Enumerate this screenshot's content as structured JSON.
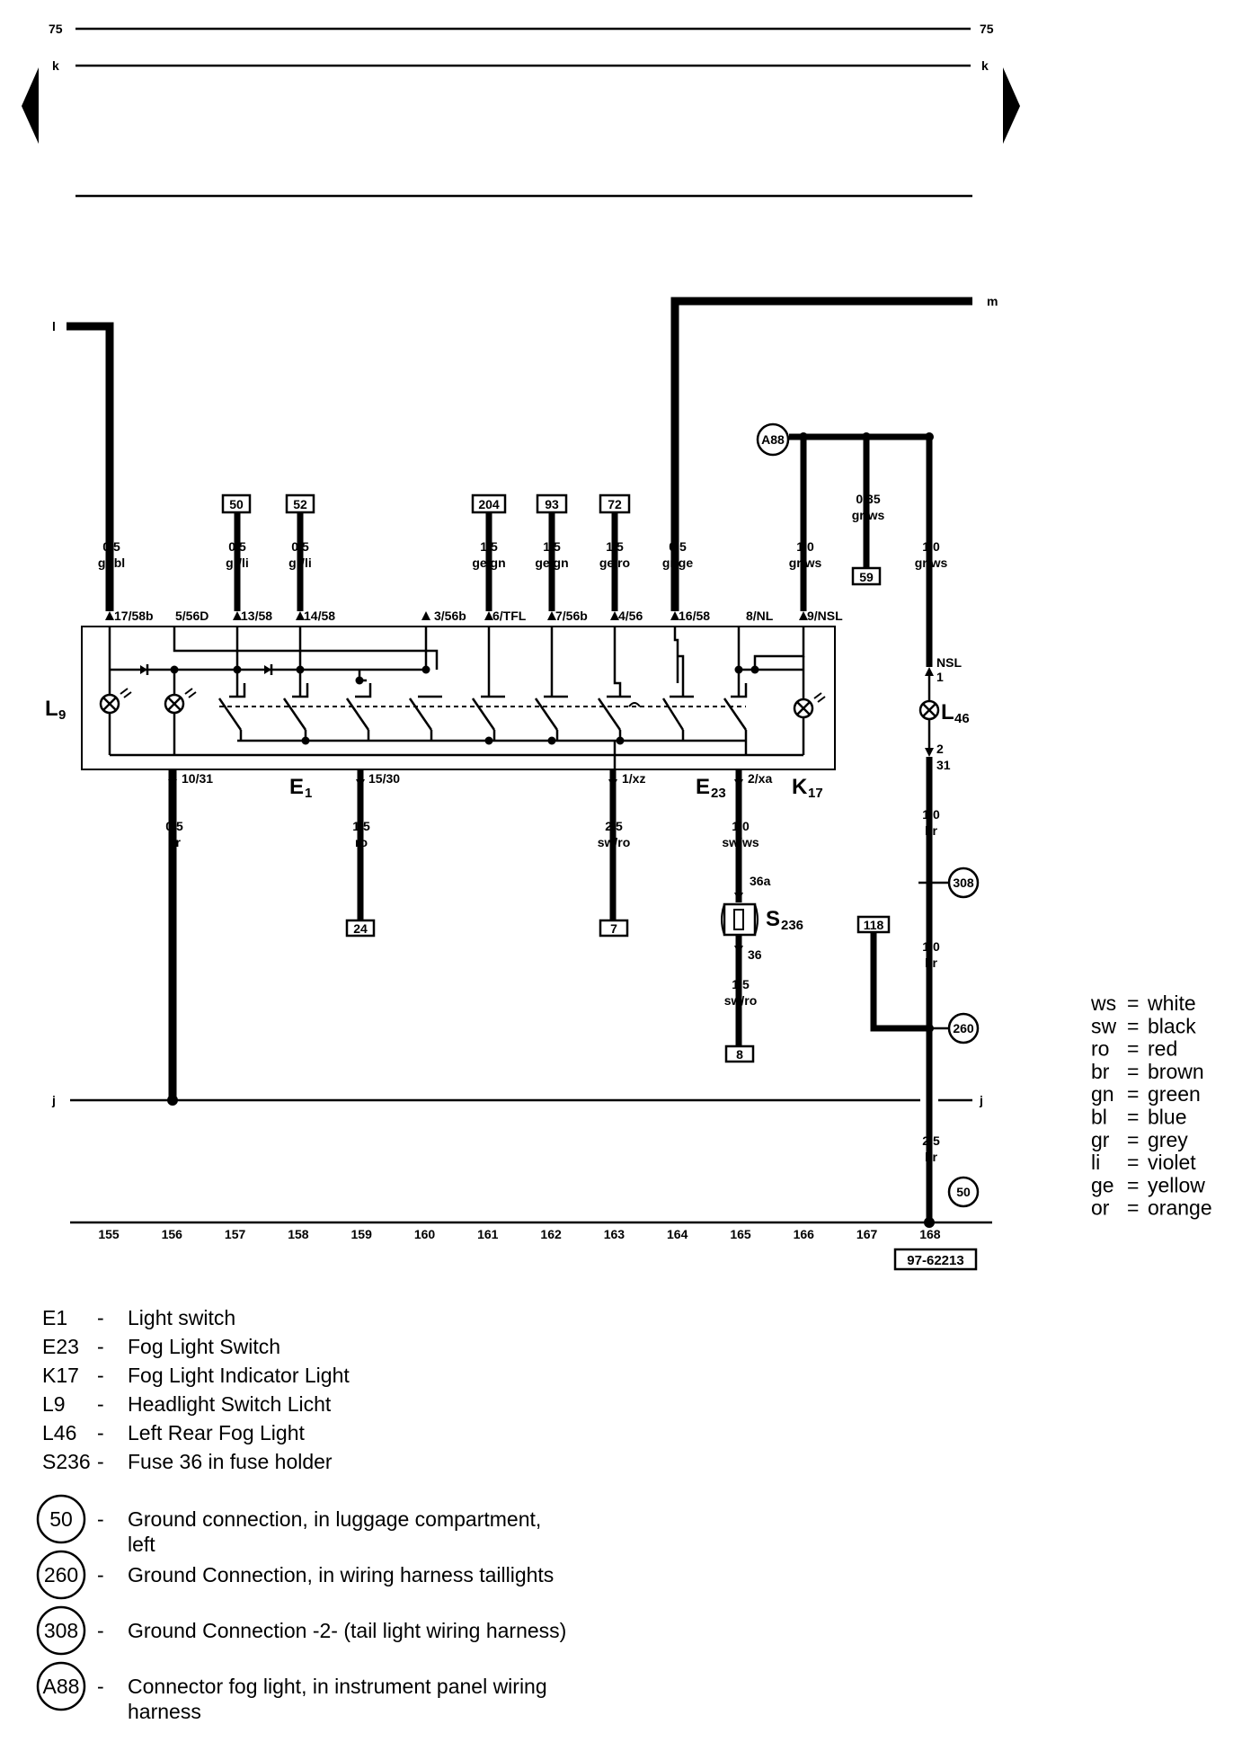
{
  "border": {
    "ref_top": "75",
    "ref_bus": "k"
  },
  "connectors_left": {
    "l": "l",
    "m": "m",
    "j": "j"
  },
  "box_refs": {
    "b50": "50",
    "b52": "52",
    "b204": "204",
    "b93": "93",
    "b72": "72",
    "b59": "59",
    "b24": "24",
    "b7": "7",
    "b8": "8",
    "b118": "118"
  },
  "wires": {
    "w155": {
      "size": "0,5",
      "color": "gr/bl"
    },
    "w157": {
      "size": "0,5",
      "color": "gr/li"
    },
    "w158": {
      "size": "0,5",
      "color": "gr/li"
    },
    "w161": {
      "size": "1,5",
      "color": "ge/gn"
    },
    "w162": {
      "size": "1,5",
      "color": "ge/gn"
    },
    "w163": {
      "size": "1,5",
      "color": "ge/ro"
    },
    "w164": {
      "size": "0,5",
      "color": "gr/ge"
    },
    "w166": {
      "size": "1,0",
      "color": "gr/ws"
    },
    "w167": {
      "size": "0,35",
      "color": "gr/ws"
    },
    "w168a": {
      "size": "1,0",
      "color": "gr/ws"
    },
    "w156": {
      "size": "0,5",
      "color": "br"
    },
    "w159": {
      "size": "1,5",
      "color": "ro"
    },
    "w163b": {
      "size": "2,5",
      "color": "sw/ro"
    },
    "w165a": {
      "size": "1,0",
      "color": "sw/ws"
    },
    "w165b": {
      "size": "1,5",
      "color": "sw/ro"
    },
    "w168b": {
      "size": "1,0",
      "color": "br"
    },
    "w168c": {
      "size": "1,0",
      "color": "br"
    },
    "w168d": {
      "size": "2,5",
      "color": "br"
    }
  },
  "pins": {
    "p1": "17/58b",
    "p2": "5/56D",
    "p3": "13/58",
    "p4": "14/58",
    "p5": "3/56b",
    "p6": "6/TFL",
    "p7": "7/56b",
    "p8": "4/56",
    "p9": "16/58",
    "p10": "8/NL",
    "p11": "9/NSL",
    "p12": "10/31",
    "p13": "15/30",
    "p14": "1/xz",
    "p15": "2/xa",
    "nsl": "NSL",
    "n1": "1",
    "n2": "2",
    "n31": "31",
    "f36a": "36a",
    "f36": "36"
  },
  "components": {
    "L9": {
      "main": "L",
      "sub": "9"
    },
    "E1": {
      "main": "E",
      "sub": "1"
    },
    "E23": {
      "main": "E",
      "sub": "23"
    },
    "K17": {
      "main": "K",
      "sub": "17"
    },
    "L46": {
      "main": "L",
      "sub": "46"
    },
    "S236": {
      "main": "S",
      "sub": "236"
    }
  },
  "grounds": {
    "g308": "308",
    "g260": "260",
    "g50": "50",
    "a88": "A88"
  },
  "track_numbers": [
    "155",
    "156",
    "157",
    "158",
    "159",
    "160",
    "161",
    "162",
    "163",
    "164",
    "165",
    "166",
    "167",
    "168"
  ],
  "diagram_id": "97-62213",
  "color_codes": [
    {
      "code": "ws",
      "name": "white"
    },
    {
      "code": "sw",
      "name": "black"
    },
    {
      "code": "ro",
      "name": "red"
    },
    {
      "code": "br",
      "name": "brown"
    },
    {
      "code": "gn",
      "name": "green"
    },
    {
      "code": "bl",
      "name": "blue"
    },
    {
      "code": "gr",
      "name": "grey"
    },
    {
      "code": "li",
      "name": "violet"
    },
    {
      "code": "ge",
      "name": "yellow"
    },
    {
      "code": "or",
      "name": "orange"
    }
  ],
  "legend_components": [
    {
      "code": "E1",
      "desc": "Light switch"
    },
    {
      "code": "E23",
      "desc": "Fog Light Switch"
    },
    {
      "code": "K17",
      "desc": "Fog Light Indicator Light"
    },
    {
      "code": "L9",
      "desc": "Headlight Switch Licht"
    },
    {
      "code": "L46",
      "desc": "Left Rear Fog Light"
    },
    {
      "code": "S236",
      "desc": "Fuse 36 in fuse holder"
    }
  ],
  "legend_grounds": [
    {
      "code": "50",
      "desc1": "Ground connection, in luggage compartment,",
      "desc2": "left"
    },
    {
      "code": "260",
      "desc1": "Ground Connection, in wiring harness taillights",
      "desc2": ""
    },
    {
      "code": "308",
      "desc1": "Ground Connection -2- (tail light wiring harness)",
      "desc2": ""
    },
    {
      "code": "A88",
      "desc1": "Connector fog light, in instrument panel wiring",
      "desc2": "harness"
    }
  ],
  "dash": "-"
}
